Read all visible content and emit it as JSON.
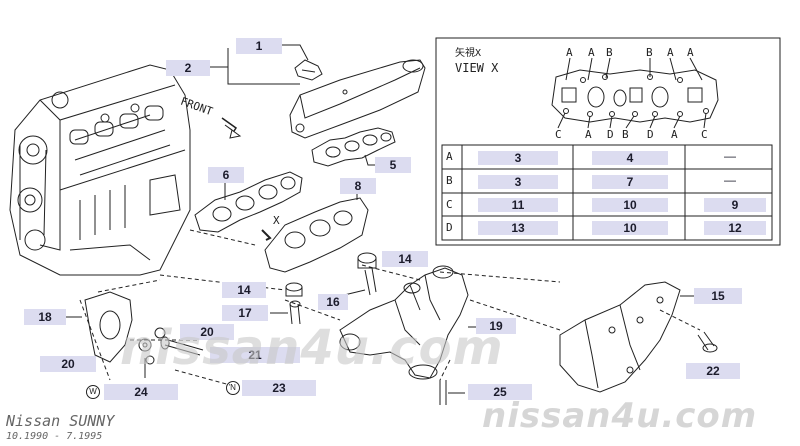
{
  "view": {
    "title_jp": "矢視X",
    "title_en": "VIEW X",
    "ports_top": [
      "A",
      "A",
      "B",
      "B",
      "A",
      "A"
    ],
    "ports_bottom": [
      "C",
      "A",
      "D",
      "B",
      "D",
      "A",
      "C"
    ]
  },
  "table": {
    "rows": [
      {
        "label": "A",
        "values": [
          "3",
          "4",
          "—"
        ]
      },
      {
        "label": "B",
        "values": [
          "3",
          "7",
          "—"
        ]
      },
      {
        "label": "C",
        "values": [
          "11",
          "10",
          "9"
        ]
      },
      {
        "label": "D",
        "values": [
          "13",
          "10",
          "12"
        ]
      }
    ]
  },
  "labels": {
    "front": "FRONT",
    "x_marker": "X",
    "washer_w": "W",
    "nut_n": "N"
  },
  "callouts": [
    "1",
    "2",
    "5",
    "6",
    "8",
    "14",
    "14",
    "16",
    "17",
    "18",
    "20",
    "20",
    "21",
    "19",
    "15",
    "22",
    "24",
    "23",
    "25"
  ],
  "watermark": {
    "center": "nissan4u.com",
    "bottom": "nissan4u.com"
  },
  "footer": {
    "model": "Nissan SUNNY",
    "dates": "10.1990 - 7.1995"
  }
}
